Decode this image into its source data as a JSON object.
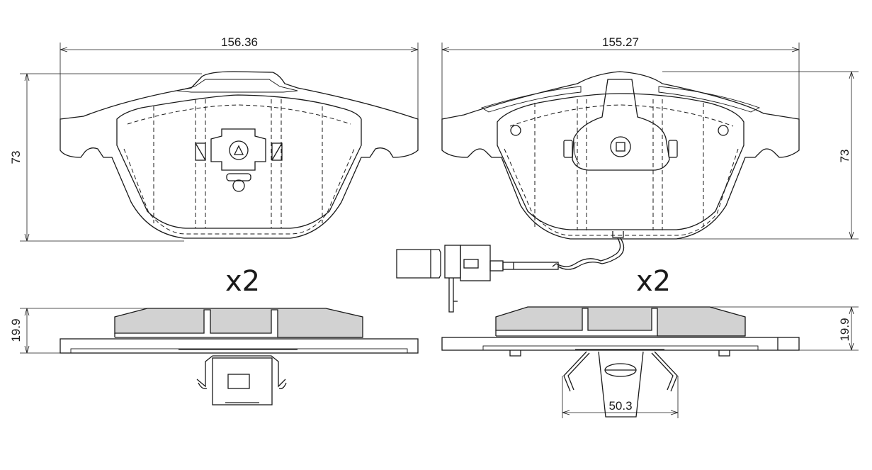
{
  "dimensions": {
    "left_width": "156.36",
    "right_width": "155.27",
    "left_height": "73",
    "right_height": "73",
    "left_thickness": "19.9",
    "right_thickness": "19.9",
    "clip_width": "50.3"
  },
  "quantities": {
    "left": "x2",
    "right": "x2"
  },
  "colors": {
    "line": "#1a1a1a",
    "friction_material": "#d2d2d2",
    "background": "#ffffff"
  }
}
